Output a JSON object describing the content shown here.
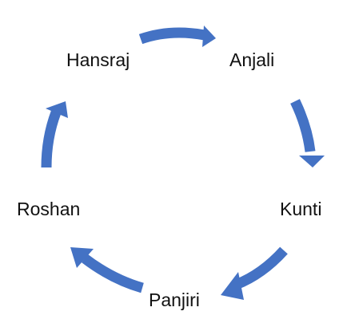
{
  "diagram": {
    "type": "cycle",
    "arrow_color": "#4472C4",
    "nodes": [
      {
        "id": "hansraj",
        "label": "Hansraj"
      },
      {
        "id": "anjali",
        "label": "Anjali"
      },
      {
        "id": "kunti",
        "label": "Kunti"
      },
      {
        "id": "panjiri",
        "label": "Panjiri"
      },
      {
        "id": "roshan",
        "label": "Roshan"
      }
    ],
    "edges": [
      {
        "from": "hansraj",
        "to": "anjali"
      },
      {
        "from": "anjali",
        "to": "kunti"
      },
      {
        "from": "kunti",
        "to": "panjiri"
      },
      {
        "from": "panjiri",
        "to": "roshan"
      },
      {
        "from": "roshan",
        "to": "hansraj"
      }
    ]
  }
}
